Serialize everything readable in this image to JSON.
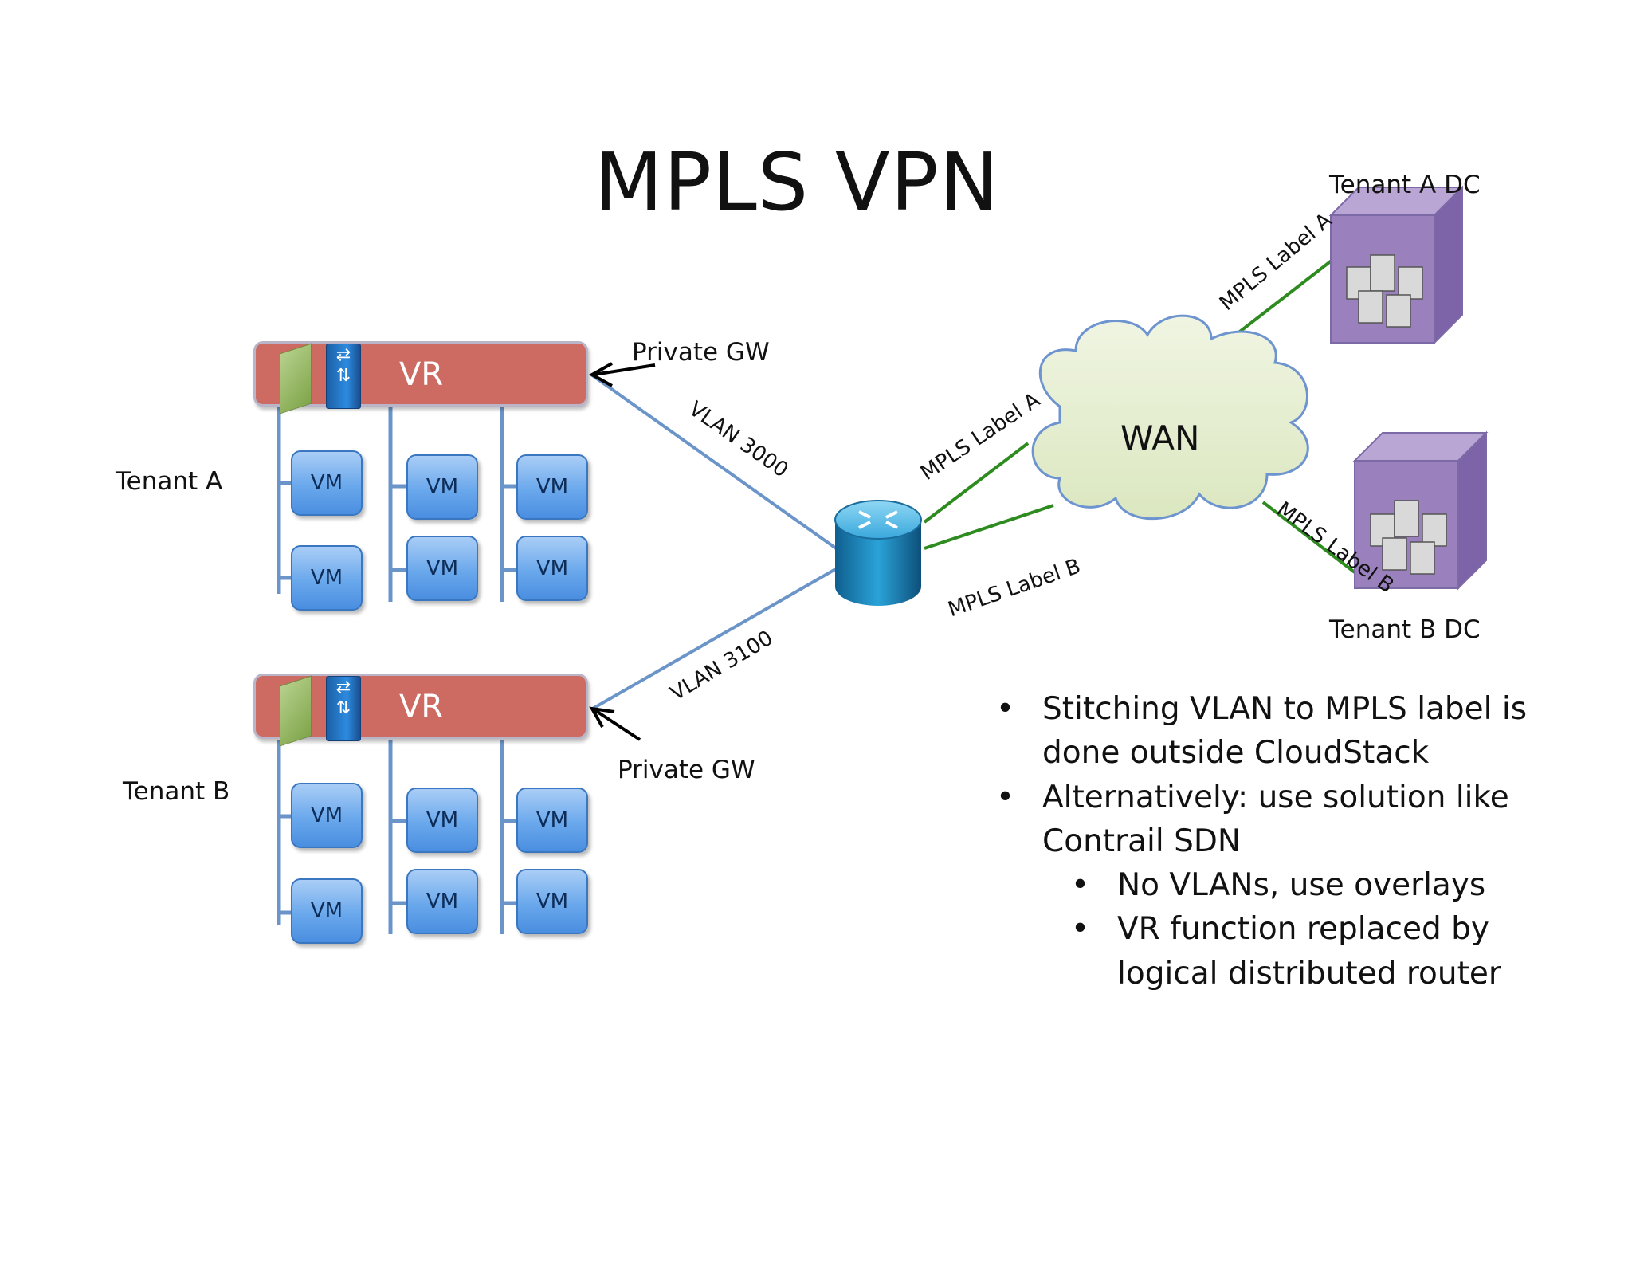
{
  "title": "MPLS VPN",
  "tenant_a": {
    "label": "Tenant A",
    "vr_label": "VR",
    "gw_label": "Private GW",
    "vlan_label": "VLAN 3000",
    "vm_label": "VM"
  },
  "tenant_b": {
    "label": "Tenant B",
    "vr_label": "VR",
    "gw_label": "Private GW",
    "vlan_label": "VLAN 3100",
    "vm_label": "VM"
  },
  "wan": {
    "label": "WAN",
    "mpls_a": "MPLS Label A",
    "mpls_b": "MPLS Label B",
    "mpls_a_dc": "MPLS Label A",
    "mpls_b_dc": "MPLS Label B"
  },
  "dc_a": {
    "label": "Tenant A DC"
  },
  "dc_b": {
    "label": "Tenant B DC"
  },
  "bullets": [
    "Stitching VLAN to MPLS label is",
    "done outside CloudStack",
    "Alternatively: use solution like",
    "Contrail SDN",
    "No VLANs, use overlays",
    "VR function replaced by",
    "logical distributed router"
  ],
  "colors": {
    "vr_fill": "#cd6a61",
    "vm_fill": "#6aa8ec",
    "link_blue": "#6b95c9",
    "mpls_green": "#2e8b1f",
    "cloud_fill": "#e6eed2",
    "dc_fill": "#9a80bd"
  }
}
